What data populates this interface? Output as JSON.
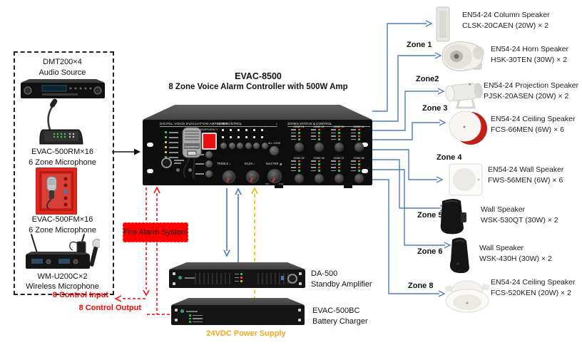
{
  "title": {
    "model": "EVAC-8500",
    "subtitle": "8 Zone Voice Alarm Controller with 500W Amp"
  },
  "sources": {
    "items": [
      {
        "model": "DMT200×4",
        "desc": "Audio Source"
      },
      {
        "model": "EVAC-500RM×16",
        "desc": "6 Zone Microphone"
      },
      {
        "model": "EVAC-500FM×16",
        "desc": "6 Zone Microphone"
      },
      {
        "model": "WM-U200C×2",
        "desc": "Wireless Microphone"
      }
    ]
  },
  "controller_panel": {
    "brand": "DIGITAL VOICE EVACUATION AMPLIFIER",
    "bgm_header": "BGM CONTROL",
    "zones_header": "ZONES STATUS & CONTROL",
    "emergency_label": "EMERGENCY",
    "all_zone_label": "ALL ZONE",
    "treble_label": "TREBLE",
    "bass_label": "BASS",
    "master_label": "MASTER",
    "mic_label": "Impedance",
    "min_label": "MIN",
    "max_label": "MAX",
    "note_glyph": "♪",
    "wedge_glyph": "◢",
    "zone_channels": [
      "ZONE 01",
      "ZONE 02",
      "ZONE 03",
      "ZONE 04",
      "ZONE 05",
      "ZONE 06",
      "ZONE 07",
      "ZONE 08"
    ]
  },
  "zones": [
    {
      "zone_label": "",
      "line1": "EN54-24 Column Speaker",
      "line2": "CLSK-20CAEN (20W) × 2"
    },
    {
      "zone_label": "Zone 1",
      "line1": "EN54-24 Horn Speaker",
      "line2": "HSK-30TEN (30W) × 2"
    },
    {
      "zone_label": "Zone2",
      "line1": "EN54-24 Projection Speaker",
      "line2": "PJSK-20ASEN (20W) × 2"
    },
    {
      "zone_label": "Zone 3",
      "line1": "EN54-24 Ceiling Speaker",
      "line2": "FCS-66MEN (6W) × 6"
    },
    {
      "zone_label": "Zone 4",
      "line1": "EN54-24  Wall Speaker",
      "line2": "FWS-56MEN (6W) × 6"
    },
    {
      "zone_label": "Zone 5",
      "line1": "Wall Speaker",
      "line2": "WSK-530QT (30W) × 2"
    },
    {
      "zone_label": "Zone 6",
      "line1": "Wall Speaker",
      "line2": "WSK-430H (30W) × 2"
    },
    {
      "zone_label": "Zone 8",
      "line1": "EN54-24 Ceiling Speaker",
      "line2": "FCS-520KEN (20W) × 2"
    }
  ],
  "bottom_units": [
    {
      "model": "DA-500",
      "desc": "Standby Amplifier"
    },
    {
      "model": "EVAC-500BC",
      "desc": "Battery Charger"
    }
  ],
  "annotations": {
    "fire_alarm": "Fire Alarm System",
    "control_input": "8 Control Input",
    "control_output": "8 Control Output",
    "power_supply": "24VDC Power Supply"
  },
  "colors": {
    "connector_blue": "#4d7ebf",
    "fire_red": "#ff0000",
    "power_orange": "#f9a51a",
    "panel_black": "#0d0d0d",
    "led_green": "#2ecc40",
    "led_red": "#ff4136",
    "led_yellow": "#e8d53a"
  }
}
